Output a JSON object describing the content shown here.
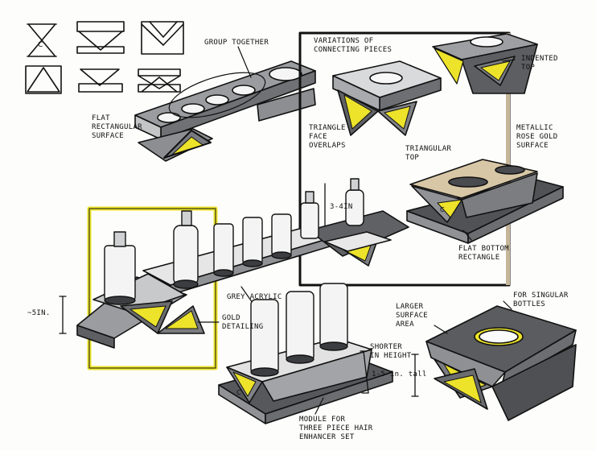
{
  "colors": {
    "ink": "#111111",
    "marker_grey": "#8e9094",
    "marker_dark": "#55575c",
    "marker_light": "#c9cacc",
    "gold_yellow": "#ece32a",
    "rose_gold_tan": "#d8c7a6",
    "paper": "#fdfdfb",
    "acrylic_white": "#f1f1f1"
  },
  "annotations": {
    "group_together": "GROUP TOGETHER",
    "flat_rect_surface": "FLAT\nRECTANGULAR\nSURFACE",
    "variations_connecting": "VARIATIONS OF\nCONNECTING PIECES",
    "indented_top": "INDENTED\nTOP",
    "triangle_face_overlaps": "TRIANGLE\nFACE\nOVERLAPS",
    "metallic_rose_gold": "METALLIC\nROSE GOLD\nSURFACE",
    "triangular_top": "TRIANGULAR\nTOP",
    "height_3_4in": "3-4in",
    "flat_bottom_rect": "FLAT BOTTOM\nRECTANGLE",
    "about_5in": "~5in.",
    "grey_acrylic": "GREY ACRYLIC",
    "gold_detailing": "GOLD\nDETAILING",
    "larger_surface_area": "LARGER\nSURFACE\nAREA",
    "for_singular_bottles": "FOR SINGULAR\nBOTTLES",
    "shorter_in_height": "SHORTER\nIN HEIGHT",
    "one_five_in_tall": "1-5 in. tall",
    "module_three_piece": "MODULE FOR\nTHREE PIECE HAIR\nENHANCER SET"
  },
  "icons": [
    "hourglass-c-icon",
    "bar-triangle-icon",
    "envelope-icon",
    "framed-triangle-icon",
    "inverted-triangle-bar-icon",
    "layered-triangle-icon"
  ]
}
